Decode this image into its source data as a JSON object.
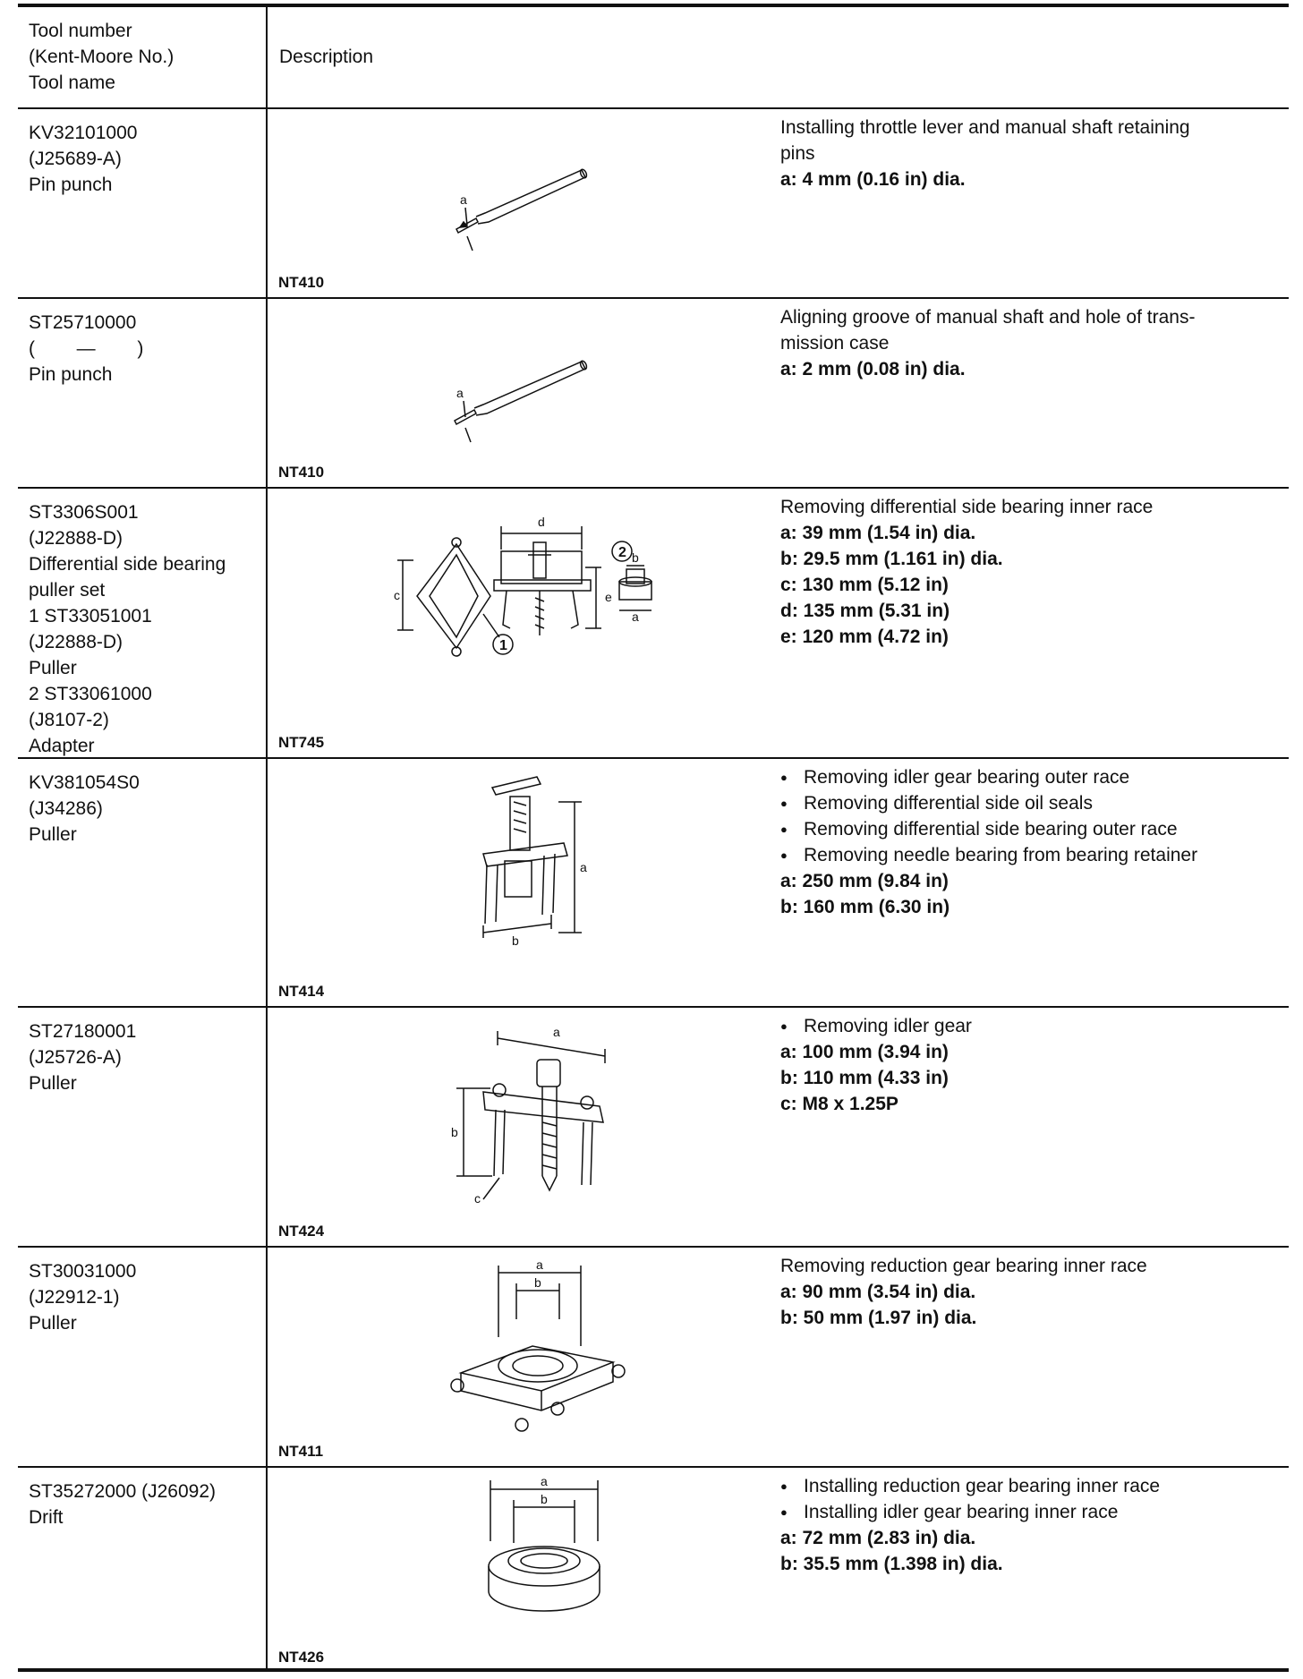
{
  "header": {
    "col1_lines": [
      "Tool number",
      "(Kent-Moore No.)",
      "Tool name"
    ],
    "col2": "Description"
  },
  "tools": [
    {
      "id_lines": [
        "KV32101000",
        "(J25689-A)",
        "Pin punch"
      ],
      "fig_code": "NT410",
      "desc_lines": [
        "Installing throttle lever and manual shaft retaining",
        "pins"
      ],
      "bullets": [],
      "specs": [
        "a: 4 mm (0.16 in) dia."
      ]
    },
    {
      "id_lines": [
        "ST25710000",
        "(        —        )",
        "Pin punch"
      ],
      "fig_code": "NT410",
      "desc_lines": [
        "Aligning groove of manual shaft and hole of trans-",
        "mission case"
      ],
      "bullets": [],
      "specs": [
        "a: 2 mm (0.08 in) dia."
      ]
    },
    {
      "id_lines": [
        "ST3306S001",
        "(J22888-D)",
        "Differential side bearing",
        "puller set",
        "1 ST33051001",
        "(J22888-D)",
        "Puller",
        "2 ST33061000",
        "(J8107-2)",
        "Adapter"
      ],
      "fig_code": "NT745",
      "desc_lines": [
        "Removing differential side bearing inner race"
      ],
      "bullets": [],
      "specs": [
        "a: 39 mm (1.54 in) dia.",
        "b: 29.5 mm (1.161 in) dia.",
        "c: 130 mm (5.12 in)",
        "d: 135 mm (5.31 in)",
        "e: 120 mm (4.72 in)"
      ]
    },
    {
      "id_lines": [
        "KV381054S0",
        "(J34286)",
        "Puller"
      ],
      "fig_code": "NT414",
      "desc_lines": [],
      "bullets": [
        "Removing idler gear bearing outer race",
        "Removing differential side oil seals",
        "Removing differential side bearing outer race",
        "Removing needle bearing from bearing retainer"
      ],
      "specs": [
        "a: 250 mm (9.84 in)",
        "b: 160 mm (6.30 in)"
      ]
    },
    {
      "id_lines": [
        "ST27180001",
        "(J25726-A)",
        "Puller"
      ],
      "fig_code": "NT424",
      "desc_lines": [],
      "bullets": [
        "Removing idler gear"
      ],
      "specs": [
        "a: 100 mm (3.94 in)",
        "b: 110 mm (4.33 in)",
        "c: M8 x 1.25P"
      ]
    },
    {
      "id_lines": [
        "ST30031000",
        "(J22912-1)",
        "Puller"
      ],
      "fig_code": "NT411",
      "desc_lines": [
        "Removing reduction gear bearing inner race"
      ],
      "bullets": [],
      "specs": [
        "a: 90 mm (3.54 in) dia.",
        "b: 50 mm (1.97 in) dia."
      ]
    },
    {
      "id_lines": [
        "ST35272000 (J26092)",
        "Drift"
      ],
      "fig_code": "NT426",
      "desc_lines": [],
      "bullets": [
        "Installing reduction gear bearing inner race",
        "Installing idler gear bearing inner race"
      ],
      "specs": [
        "a: 72 mm (2.83 in) dia.",
        "b: 35.5 mm (1.398 in) dia."
      ]
    }
  ],
  "figure_labels": {
    "a": "a",
    "b": "b",
    "c": "c",
    "d": "d",
    "e": "e",
    "one": "1",
    "two": "2"
  }
}
